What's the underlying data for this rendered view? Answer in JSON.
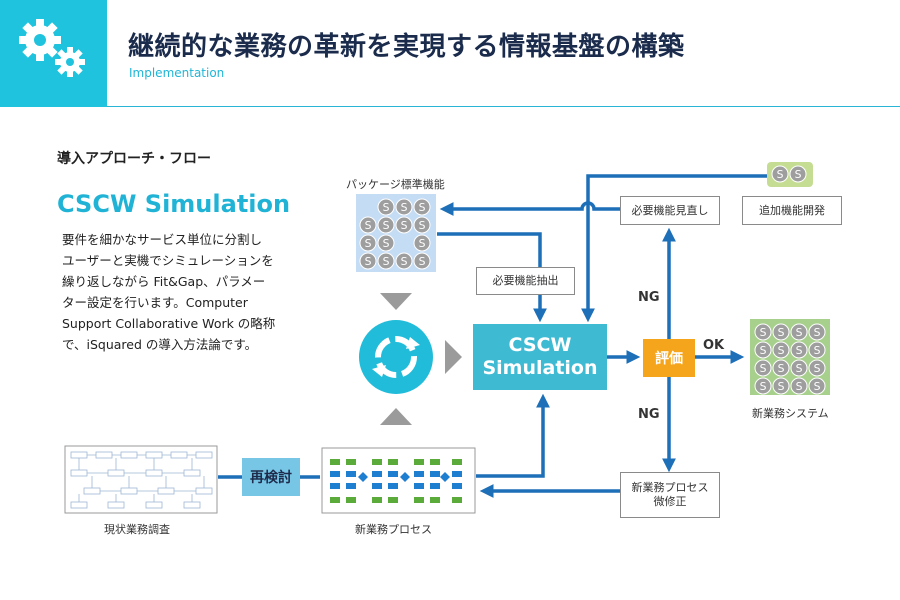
{
  "header": {
    "title": "継続的な業務の革新を実現する情報基盤の構築",
    "subtitle": "Implementation",
    "icon": "gears-icon",
    "accent_color": "#1fc3dd"
  },
  "flow_label": "導入アプローチ・フロー",
  "cscw": {
    "title": "CSCW Simulation",
    "description_lines": [
      "要件を細かなサービス単位に分割し",
      "ユーザーと実機でシミュレーションを",
      "繰り返しながら Fit&Gap、パラメー",
      "ター設定を行います。Computer",
      "Support Collaborative Work の略称",
      "で、iSquared の導入方法論です。"
    ]
  },
  "diagram": {
    "package_label": "パッケージ標準機能",
    "service_glyph": "S",
    "required_extract": "必要機能抽出",
    "required_review": "必要機能見直し",
    "additional_dev": "追加機能開発",
    "simulation_line1": "CSCW",
    "simulation_line2": "Simulation",
    "evaluation": "評価",
    "ng_top": "NG",
    "ng_bottom": "NG",
    "ok": "OK",
    "new_system_label": "新業務システム",
    "adjust_line1": "新業務プロセス",
    "adjust_line2": "微修正",
    "recheck": "再検討",
    "current_survey_label": "現状業務調査",
    "new_process_label": "新業務プロセス",
    "colors": {
      "arrow_blue": "#1d6fb8",
      "package_bg": "#c5dcf5",
      "service_circle": "#9e9e9e",
      "simulation_bg": "#3fbad3",
      "cycle_circle": "#20bcd9",
      "evaluation_bg": "#f5a51c",
      "system_bg": "#a8d08d",
      "recheck_bg": "#77c6e6",
      "triangle_gray": "#9b9b9b"
    }
  }
}
